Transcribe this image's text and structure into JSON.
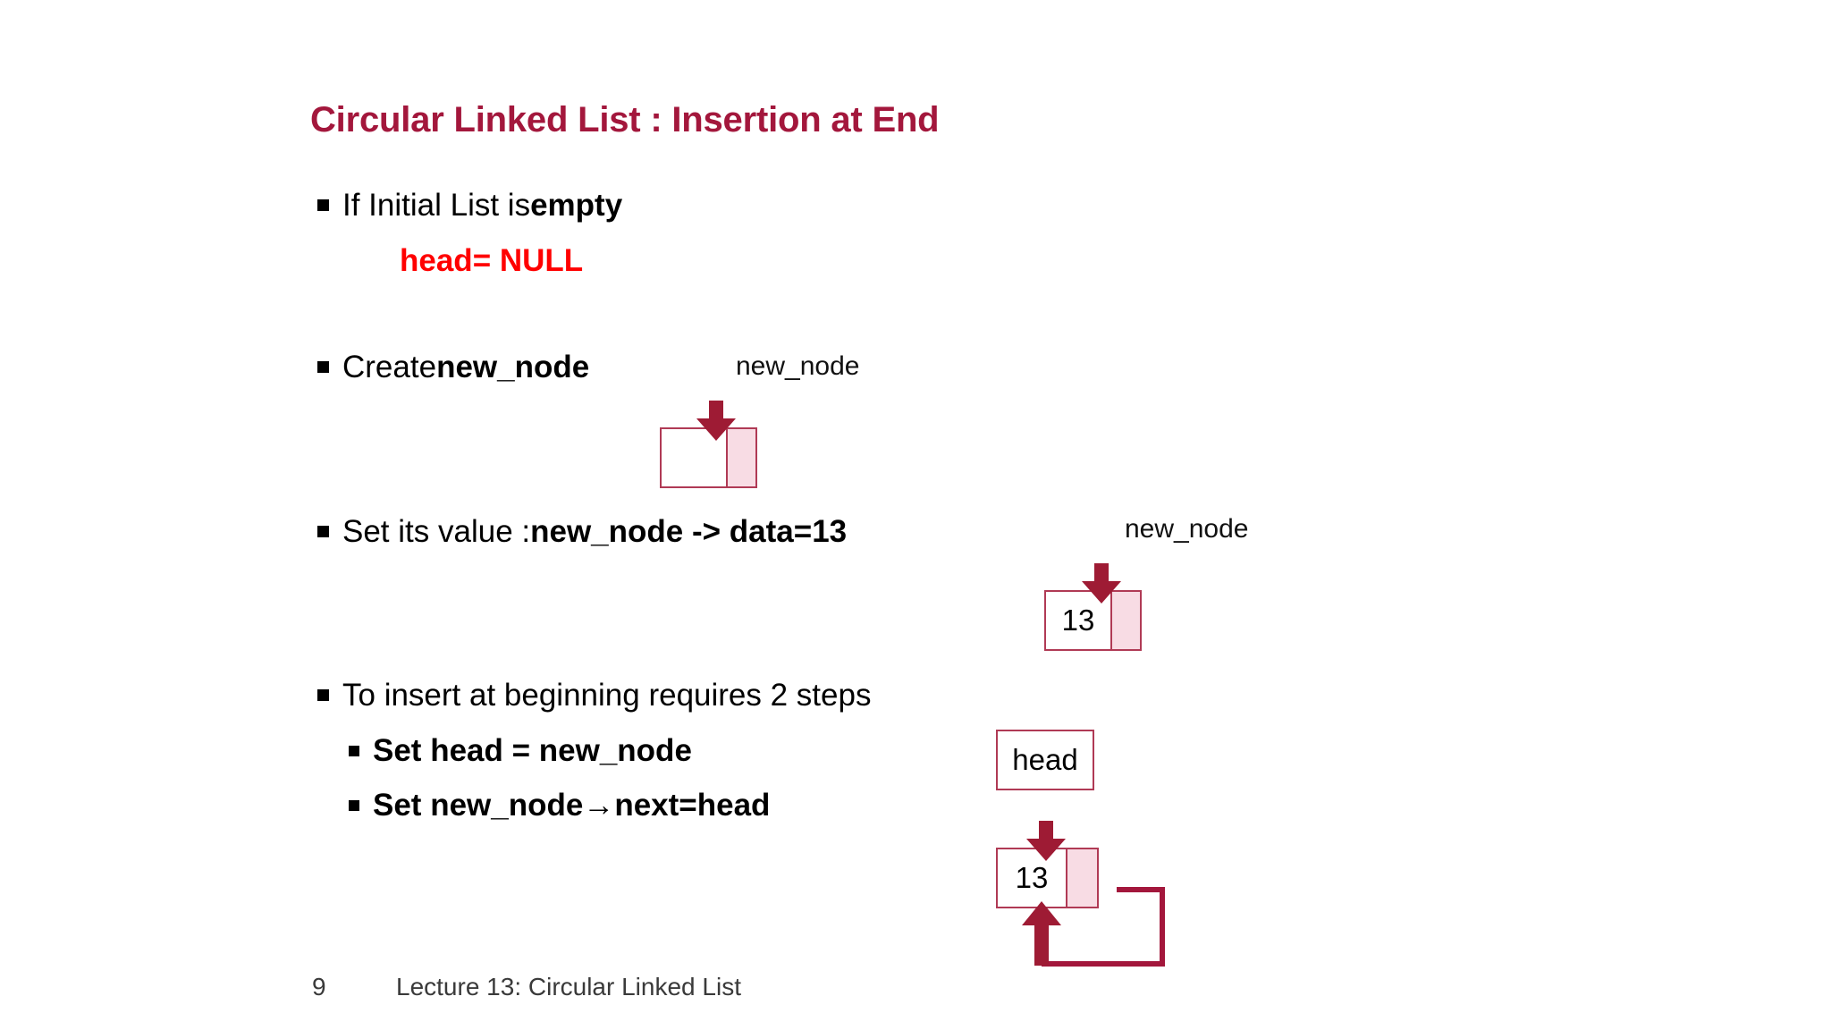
{
  "slide": {
    "title": "Circular Linked List : Insertion at End",
    "title_color": "#A3173C",
    "background": "#ffffff"
  },
  "bullets": [
    {
      "id": "empty-list",
      "prefix": "If Initial List is ",
      "emphasis": "empty"
    },
    {
      "id": "create-node",
      "prefix": "Create ",
      "emphasis": "new_node"
    },
    {
      "id": "set-value",
      "prefix": "Set its value : ",
      "emphasis": "new_node -> data=13"
    },
    {
      "id": "insert-steps",
      "prefix": "To insert at beginning requires 2 steps",
      "emphasis": ""
    }
  ],
  "sub_bullets": [
    {
      "id": "set-head",
      "text": "Set  head = new_node"
    },
    {
      "id": "set-next",
      "text": "Set new_node→next=head"
    }
  ],
  "code_line": {
    "text": "head= NULL",
    "color": "#FF0000"
  },
  "diagram": {
    "accent_border": "#B03A55",
    "accent_arrow": "#9E1B34",
    "next_cell_fill": "#F8DCE4",
    "node_label_1": "new_node",
    "node_label_2": "new_node",
    "node_value_empty": "",
    "node_value_2": "13",
    "node_value_3": "13",
    "head_pointer_label": "head"
  },
  "footer": {
    "page_number": "9",
    "text": "Lecture 13: Circular Linked List"
  }
}
